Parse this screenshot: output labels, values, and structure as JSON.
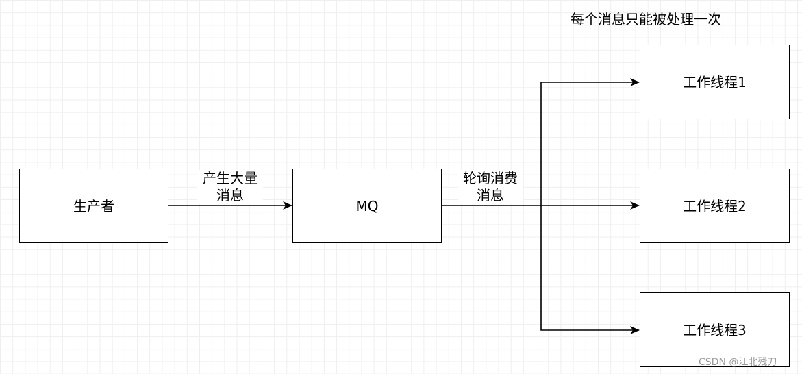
{
  "nodes": {
    "producer": {
      "label": "生产者"
    },
    "mq": {
      "label": "MQ"
    },
    "worker1": {
      "label": "工作线程1"
    },
    "worker2": {
      "label": "工作线程2"
    },
    "worker3": {
      "label": "工作线程3"
    }
  },
  "edge_labels": {
    "produce": {
      "line1": "产生大量",
      "line2": "消息"
    },
    "consume": {
      "line1": "轮询消费",
      "line2": "消息"
    }
  },
  "note": "每个消息只能被处理一次",
  "watermark": "CSDN @江北残刀",
  "colors": {
    "stroke": "#000000",
    "grid": "#efefef",
    "watermark": "#9a9a9a"
  }
}
